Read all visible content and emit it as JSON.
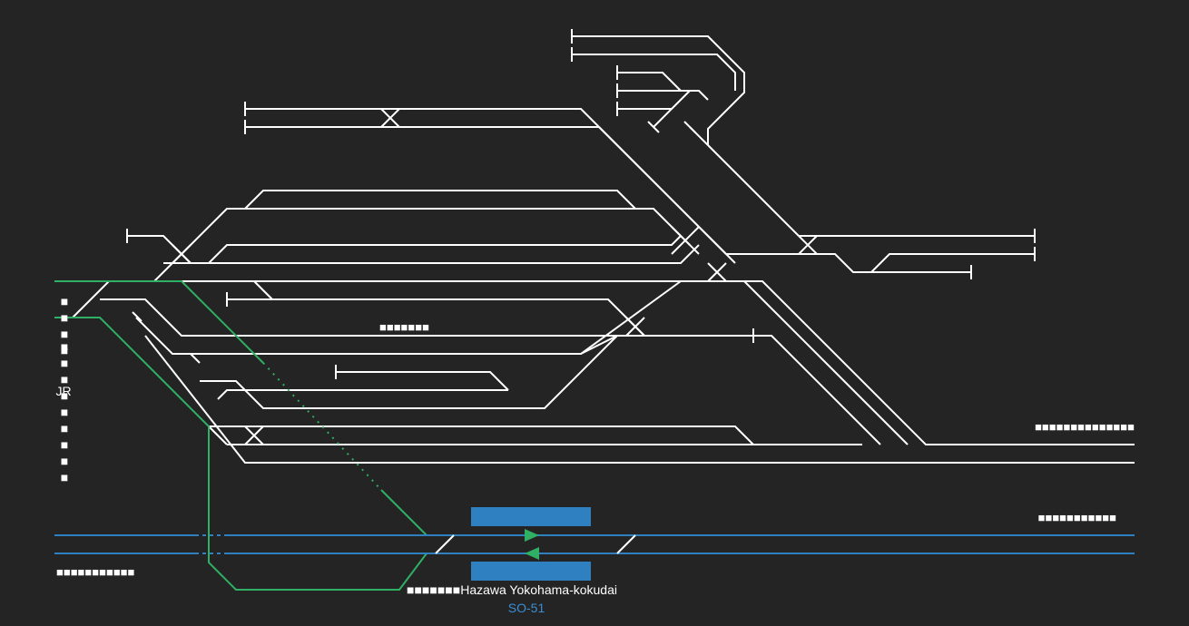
{
  "colors": {
    "background": "#242424",
    "track": "#ffffff",
    "connection": "#2fb064",
    "sotetsu": "#2f80c0",
    "label": "#ffffff",
    "line_code": "#3a8fd4"
  },
  "labels": {
    "jr_column_top": "■■■■",
    "jr": "JR",
    "jr_column_bottom": "■■■■■■■■■",
    "central": "■■■■■■■",
    "right_upper": "■■■■■■■■■■■■■■",
    "right_lower": "■■■■■■■■■■■",
    "left_lower": "■■■■■■■■■■■",
    "station_prefix": "■■■■■■■",
    "station_name": "Hazawa Yokohama-kokudai",
    "line_code": "SO-51"
  },
  "icons": {
    "eastbound": "arrow-right-icon",
    "westbound": "arrow-left-icon"
  }
}
